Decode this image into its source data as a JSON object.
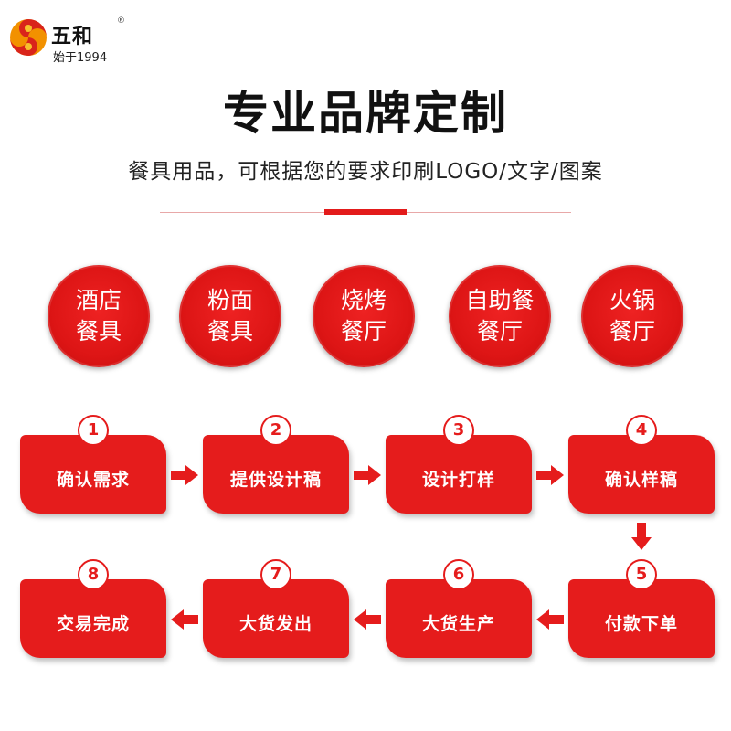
{
  "logo": {
    "name": "五和",
    "registered": "®",
    "tagline": "始于1994",
    "icon": "swirl-logo-icon"
  },
  "header": {
    "title": "专业品牌定制",
    "subtitle": "餐具用品，可根据您的要求印刷LOGO/文字/图案"
  },
  "categories": [
    {
      "line1": "酒店",
      "line2": "餐具"
    },
    {
      "line1": "粉面",
      "line2": "餐具"
    },
    {
      "line1": "烧烤",
      "line2": "餐厅"
    },
    {
      "line1": "自助餐",
      "line2": "餐厅"
    },
    {
      "line1": "火锅",
      "line2": "餐厅"
    }
  ],
  "steps": [
    {
      "num": "1",
      "label": "确认需求"
    },
    {
      "num": "2",
      "label": "提供设计稿"
    },
    {
      "num": "3",
      "label": "设计打样"
    },
    {
      "num": "4",
      "label": "确认样稿"
    },
    {
      "num": "5",
      "label": "付款下单"
    },
    {
      "num": "6",
      "label": "大货生产"
    },
    {
      "num": "7",
      "label": "大货发出"
    },
    {
      "num": "8",
      "label": "交易完成"
    }
  ],
  "colors": {
    "accent": "#e51c1c",
    "logo_orange": "#f29100",
    "logo_red": "#d9241b"
  }
}
